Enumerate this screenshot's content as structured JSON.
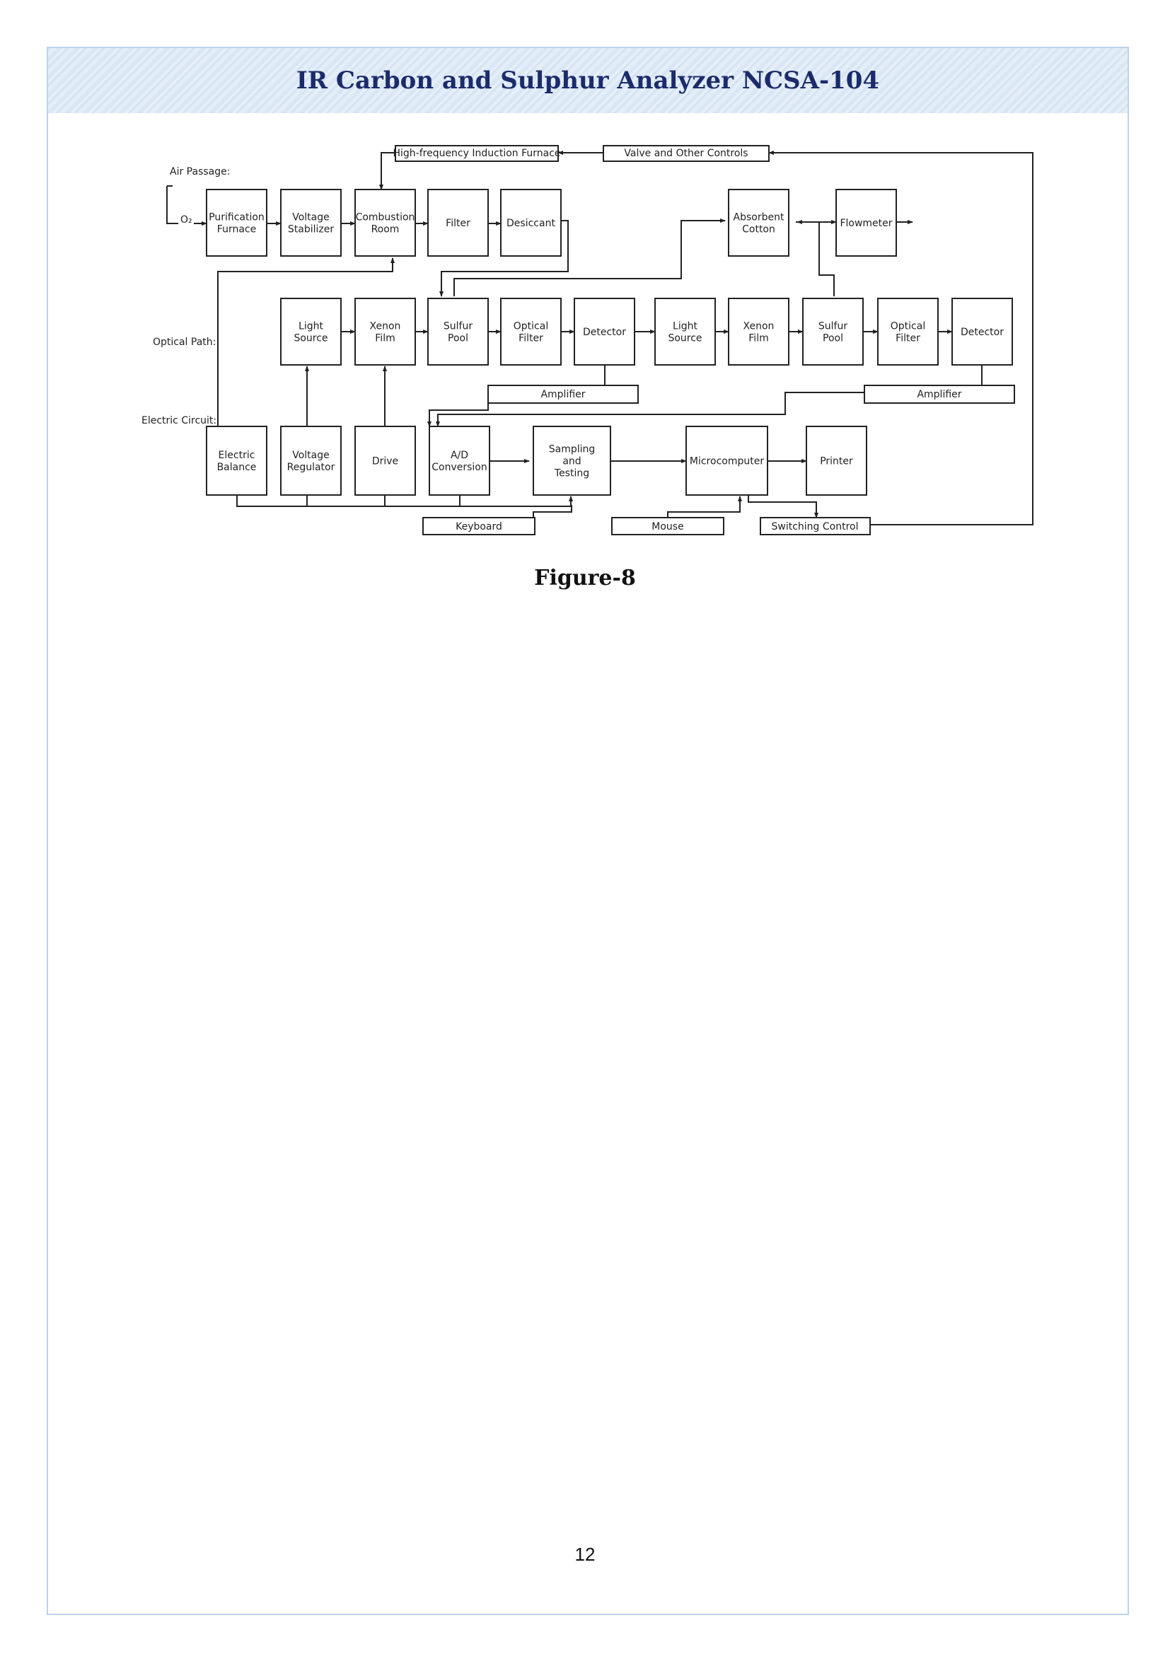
{
  "header": {
    "title": "IR Carbon and Sulphur Analyzer NCSA-104"
  },
  "figure": {
    "caption": "Figure-8",
    "side_labels": {
      "air": "Air Passage:",
      "o2": "O₂",
      "optical": "Optical Path:",
      "electric": "Electric Circuit:"
    },
    "blocks": {
      "hf_furnace": "High-frequency Induction Furnace",
      "valve": "Valve and Other Controls",
      "purification": [
        "Purification",
        "Furnace"
      ],
      "stabilizer": [
        "Voltage",
        "Stabilizer"
      ],
      "combustion": [
        "Combustion",
        "Room"
      ],
      "filter": [
        "Filter"
      ],
      "desiccant": [
        "Desiccant"
      ],
      "absorbent": [
        "Absorbent",
        "Cotton"
      ],
      "flowmeter": [
        "Flowmeter"
      ],
      "light1": [
        "Light",
        "Source"
      ],
      "xenon1": [
        "Xenon",
        "Film"
      ],
      "sulfur1": [
        "Sulfur",
        "Pool"
      ],
      "optfilter1": [
        "Optical",
        "Filter"
      ],
      "detector1": [
        "Detector"
      ],
      "light2": [
        "Light",
        "Source"
      ],
      "xenon2": [
        "Xenon",
        "Film"
      ],
      "sulfur2": [
        "Sulfur",
        "Pool"
      ],
      "optfilter2": [
        "Optical",
        "Filter"
      ],
      "detector2": [
        "Detector"
      ],
      "amp1": "Amplifier",
      "amp2": "Amplifier",
      "balance": [
        "Electric",
        "Balance"
      ],
      "regulator": [
        "Voltage",
        "Regulator"
      ],
      "drive": [
        "Drive"
      ],
      "adconv": [
        "A/D",
        "Conversion"
      ],
      "sampling": [
        "Sampling",
        "and",
        "Testing"
      ],
      "micro": [
        "Microcomputer"
      ],
      "printer": [
        "Printer"
      ],
      "keyboard": "Keyboard",
      "mouse": "Mouse",
      "switching": "Switching Control"
    }
  },
  "footer": {
    "page_number": "12"
  }
}
